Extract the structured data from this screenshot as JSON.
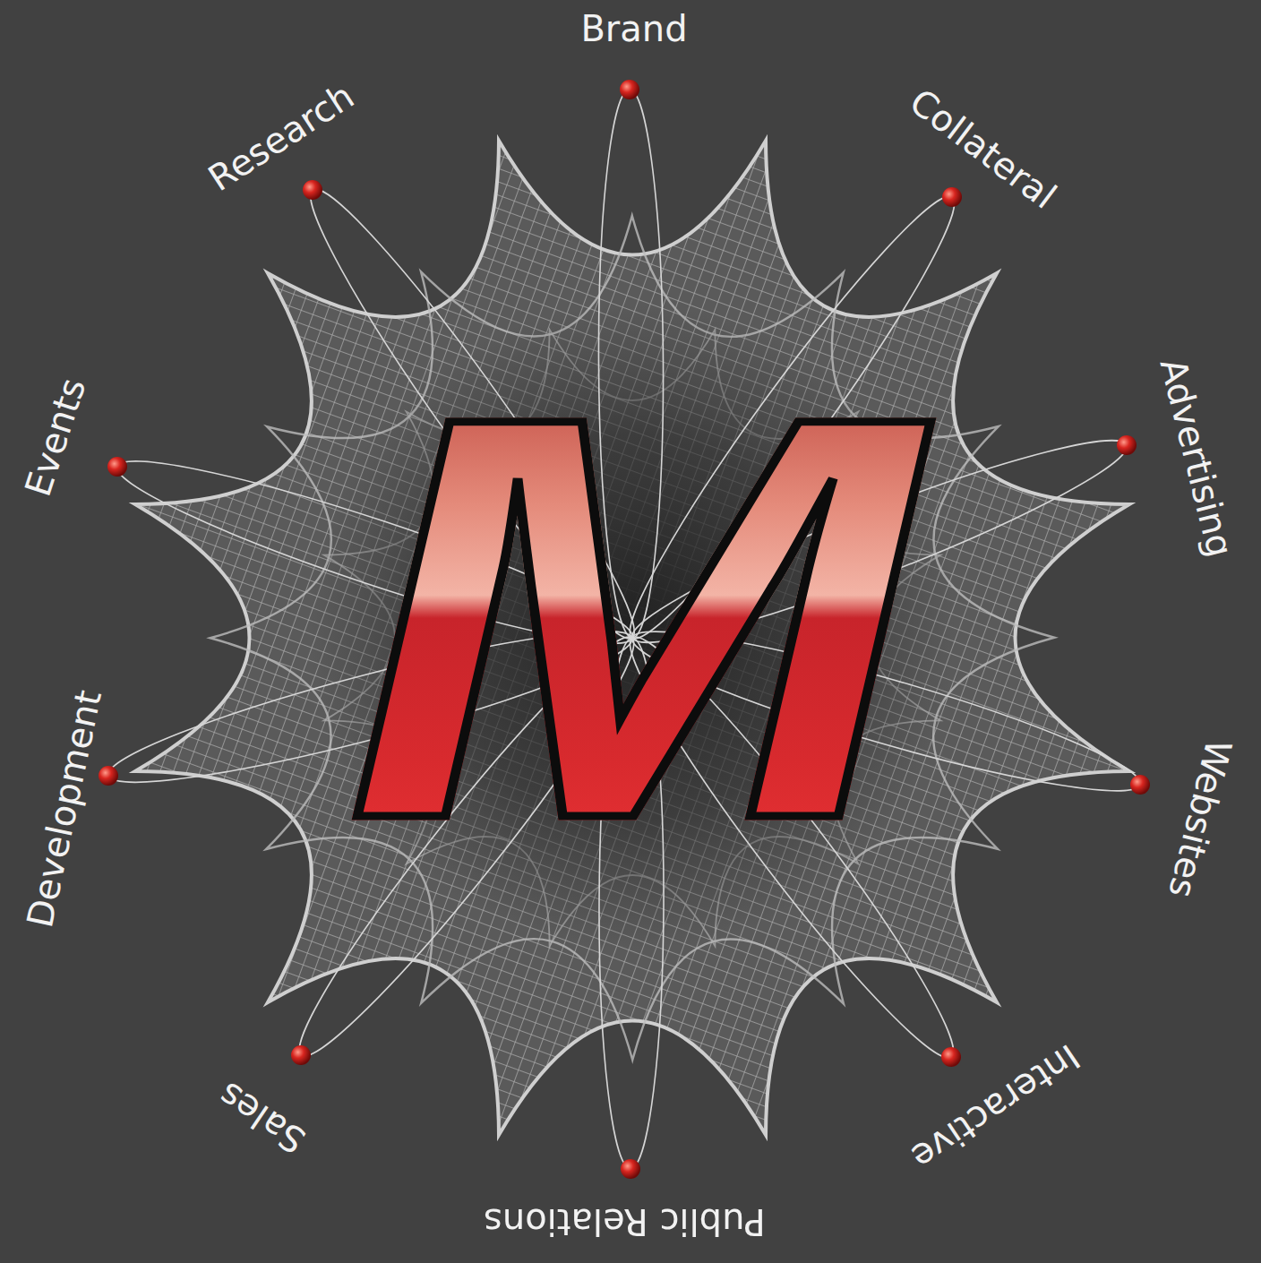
{
  "diagram": {
    "labels": [
      "Brand",
      "Collateral",
      "Advertising",
      "Websites",
      "Interactive",
      "Public Relations",
      "Sales",
      "Development",
      "Events",
      "Research",
      "M"
    ]
  }
}
